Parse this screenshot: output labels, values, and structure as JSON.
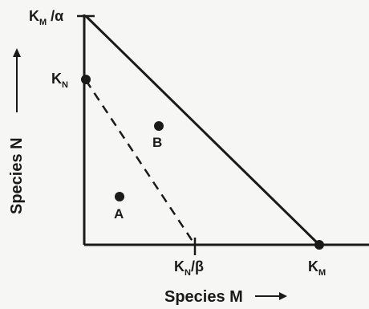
{
  "axes": {
    "y_title": "Species N",
    "x_title": "Species M",
    "y_arrow": "→",
    "x_arrow": "→"
  },
  "labels": {
    "km_alpha": {
      "main": "K",
      "sub": "M",
      "suffix": " /α"
    },
    "kn": {
      "main": "K",
      "sub": "N",
      "suffix": ""
    },
    "kn_beta": {
      "main": "K",
      "sub": "N",
      "suffix": "/β"
    },
    "km": {
      "main": "K",
      "sub": "M",
      "suffix": ""
    }
  },
  "points": {
    "a": "A",
    "b": "B"
  },
  "lines": {
    "species_m_isocline": {
      "style": "solid",
      "from": "K_M/α",
      "to": "K_M"
    },
    "species_n_isocline": {
      "style": "dashed",
      "from": "K_N",
      "to": "K_N/β"
    }
  },
  "colors": {
    "ink": "#1a1a1a",
    "background": "#f6f6f4"
  }
}
